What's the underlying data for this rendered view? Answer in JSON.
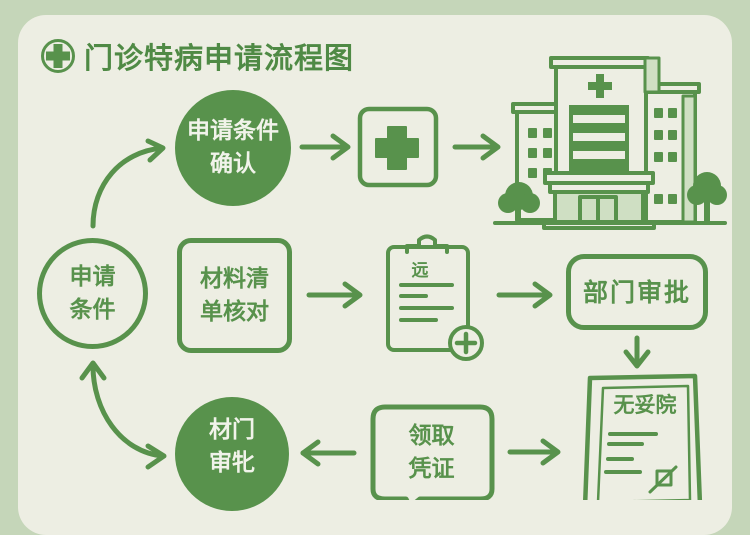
{
  "header": {
    "title": "门诊特病申请流程图",
    "icon": "plus-circle-icon"
  },
  "colors": {
    "page_background": "#c5d6b9",
    "card_background": "#edeee3",
    "primary_green": "#58924c",
    "text_on_green": "#f1f3ea"
  },
  "nodes": {
    "apply_conditions": {
      "label": "申请\n条件",
      "shape": "outline-circle"
    },
    "confirm_conditions": {
      "label": "申请条件\n确认",
      "shape": "filled-circle"
    },
    "medical_plus": {
      "icon": "medical-plus-box-icon"
    },
    "hospital": {
      "icon": "hospital-building-icon"
    },
    "material_check": {
      "label": "材料清\n单核对",
      "shape": "outline-box"
    },
    "clipboard": {
      "icon": "clipboard-add-icon",
      "label": "远"
    },
    "dept_approval": {
      "label": "部门审批",
      "shape": "outline-box"
    },
    "certificate": {
      "icon": "certificate-document-icon",
      "label": "无妥院"
    },
    "receive_voucher": {
      "label": "领取\n凭证",
      "shape": "speech-bubble"
    },
    "material_approval": {
      "label": "材门\n审牝",
      "shape": "filled-circle"
    }
  },
  "edges": [
    {
      "from": "apply_conditions",
      "to": "confirm_conditions",
      "style": "curved-arrow"
    },
    {
      "from": "confirm_conditions",
      "to": "medical_plus",
      "style": "arrow"
    },
    {
      "from": "medical_plus",
      "to": "hospital",
      "style": "arrow"
    },
    {
      "from": "material_check",
      "to": "clipboard",
      "style": "arrow"
    },
    {
      "from": "clipboard",
      "to": "dept_approval",
      "style": "arrow"
    },
    {
      "from": "dept_approval",
      "to": "certificate",
      "style": "arrow-down"
    },
    {
      "from": "receive_voucher",
      "to": "certificate",
      "style": "arrow"
    },
    {
      "from": "receive_voucher",
      "to": "material_approval",
      "style": "arrow-left"
    },
    {
      "from": "material_approval",
      "to": "apply_conditions",
      "style": "curved-double-arrow"
    }
  ]
}
